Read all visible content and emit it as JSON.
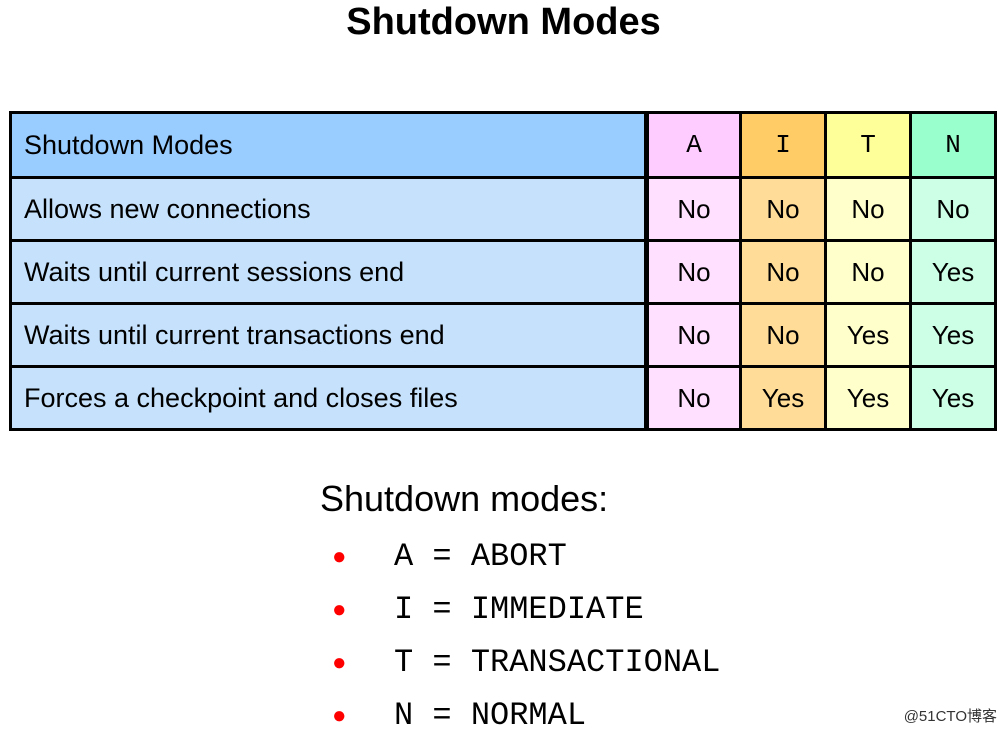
{
  "title": "Shutdown Modes",
  "table": {
    "header_label": "Shutdown Modes",
    "columns": [
      {
        "label": "A",
        "header_color": "#ffccff",
        "cell_color": "#ffe0ff"
      },
      {
        "label": "I",
        "header_color": "#ffcc66",
        "cell_color": "#ffdd99"
      },
      {
        "label": "T",
        "header_color": "#ffff99",
        "cell_color": "#ffffcc"
      },
      {
        "label": "N",
        "header_color": "#99ffcc",
        "cell_color": "#ccffe5"
      }
    ],
    "rows": [
      {
        "label": "Allows new connections",
        "values": [
          "No",
          "No",
          "No",
          "No"
        ]
      },
      {
        "label": "Waits until current sessions end",
        "values": [
          "No",
          "No",
          "No",
          "Yes"
        ]
      },
      {
        "label": "Waits until current transactions end",
        "values": [
          "No",
          "No",
          "Yes",
          "Yes"
        ]
      },
      {
        "label": "Forces a checkpoint and closes files",
        "values": [
          "No",
          "Yes",
          "Yes",
          "Yes"
        ]
      }
    ]
  },
  "legend": {
    "title": "Shutdown modes:",
    "bullet_color": "#ff0000",
    "items": [
      "A = ABORT",
      "I = IMMEDIATE",
      "T = TRANSACTIONAL",
      "N = NORMAL"
    ]
  },
  "watermark": "@51CTO博客"
}
